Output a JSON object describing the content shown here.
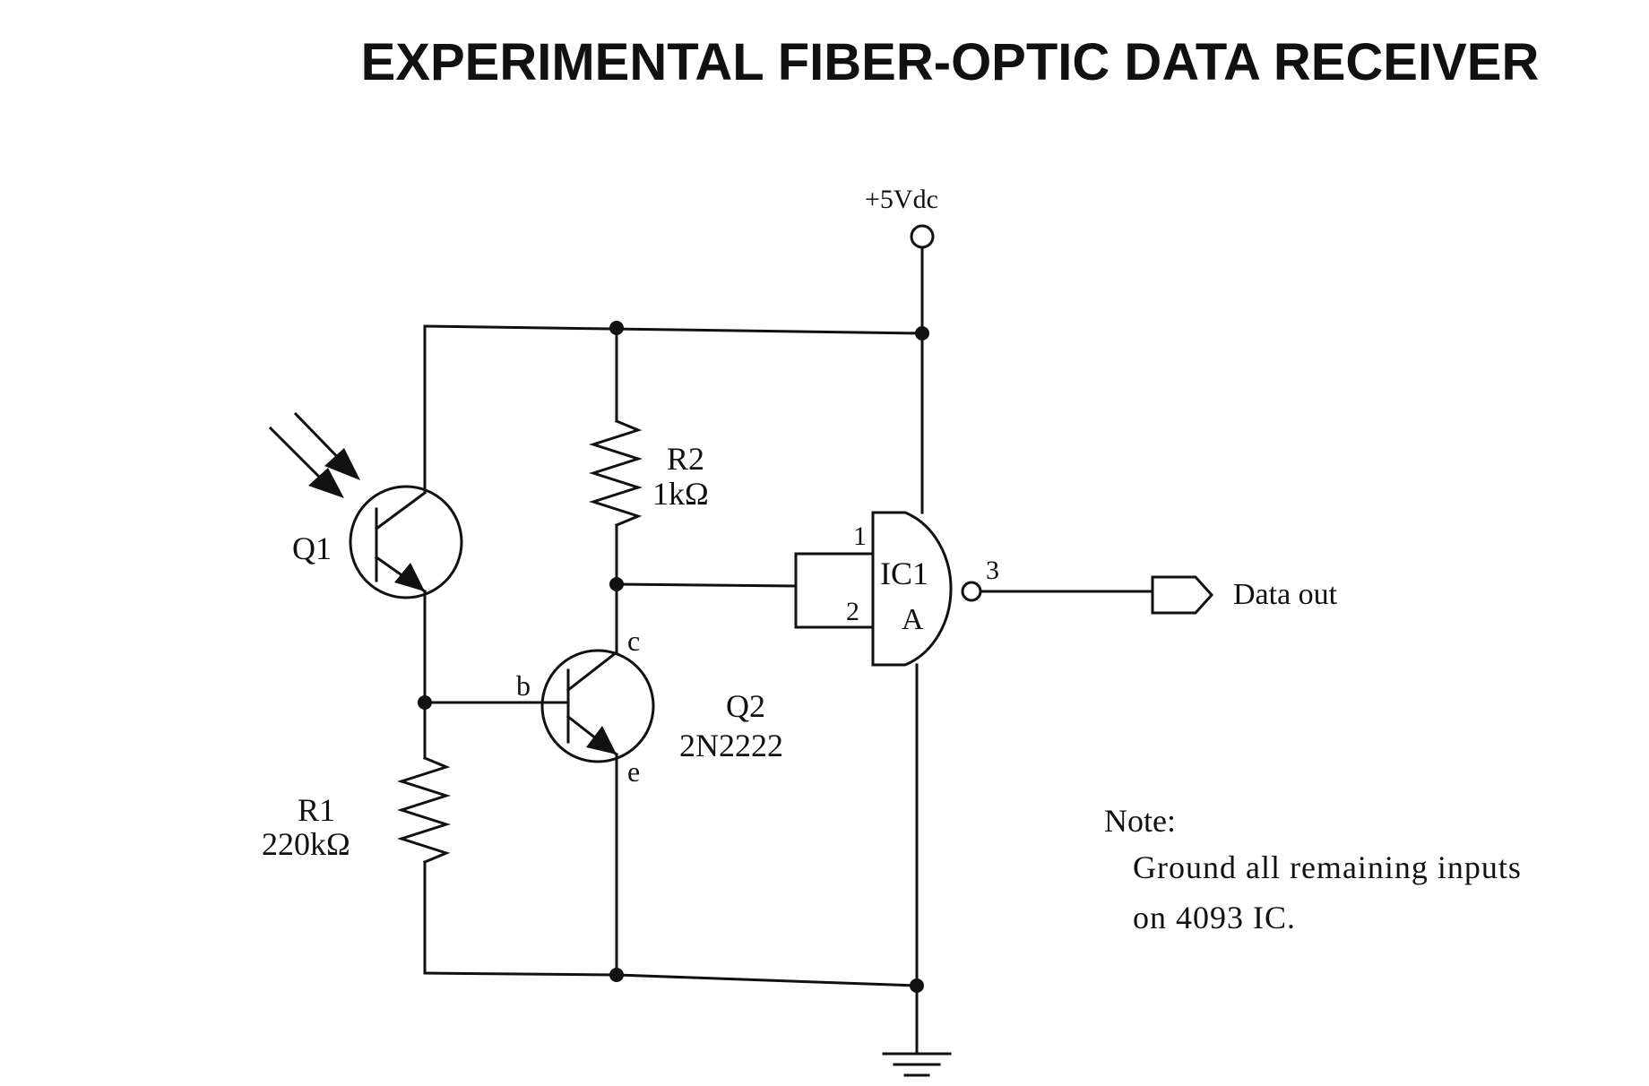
{
  "title": "EXPERIMENTAL FIBER-OPTIC DATA RECEIVER",
  "supply": {
    "label": "+5Vdc"
  },
  "q1": {
    "label": "Q1"
  },
  "q2": {
    "label": "Q2",
    "part": "2N2222",
    "base": "b",
    "collector": "c",
    "emitter": "e"
  },
  "r1": {
    "label": "R1",
    "value": "220kΩ"
  },
  "r2": {
    "label": "R2",
    "value": "1kΩ"
  },
  "ic1": {
    "label": "IC1",
    "gate": "A",
    "pin1": "1",
    "pin2": "2",
    "pin3": "3"
  },
  "output": {
    "label": "Data out"
  },
  "note": {
    "heading": "Note:",
    "line1": "Ground all remaining inputs",
    "line2": "on 4093 IC."
  }
}
